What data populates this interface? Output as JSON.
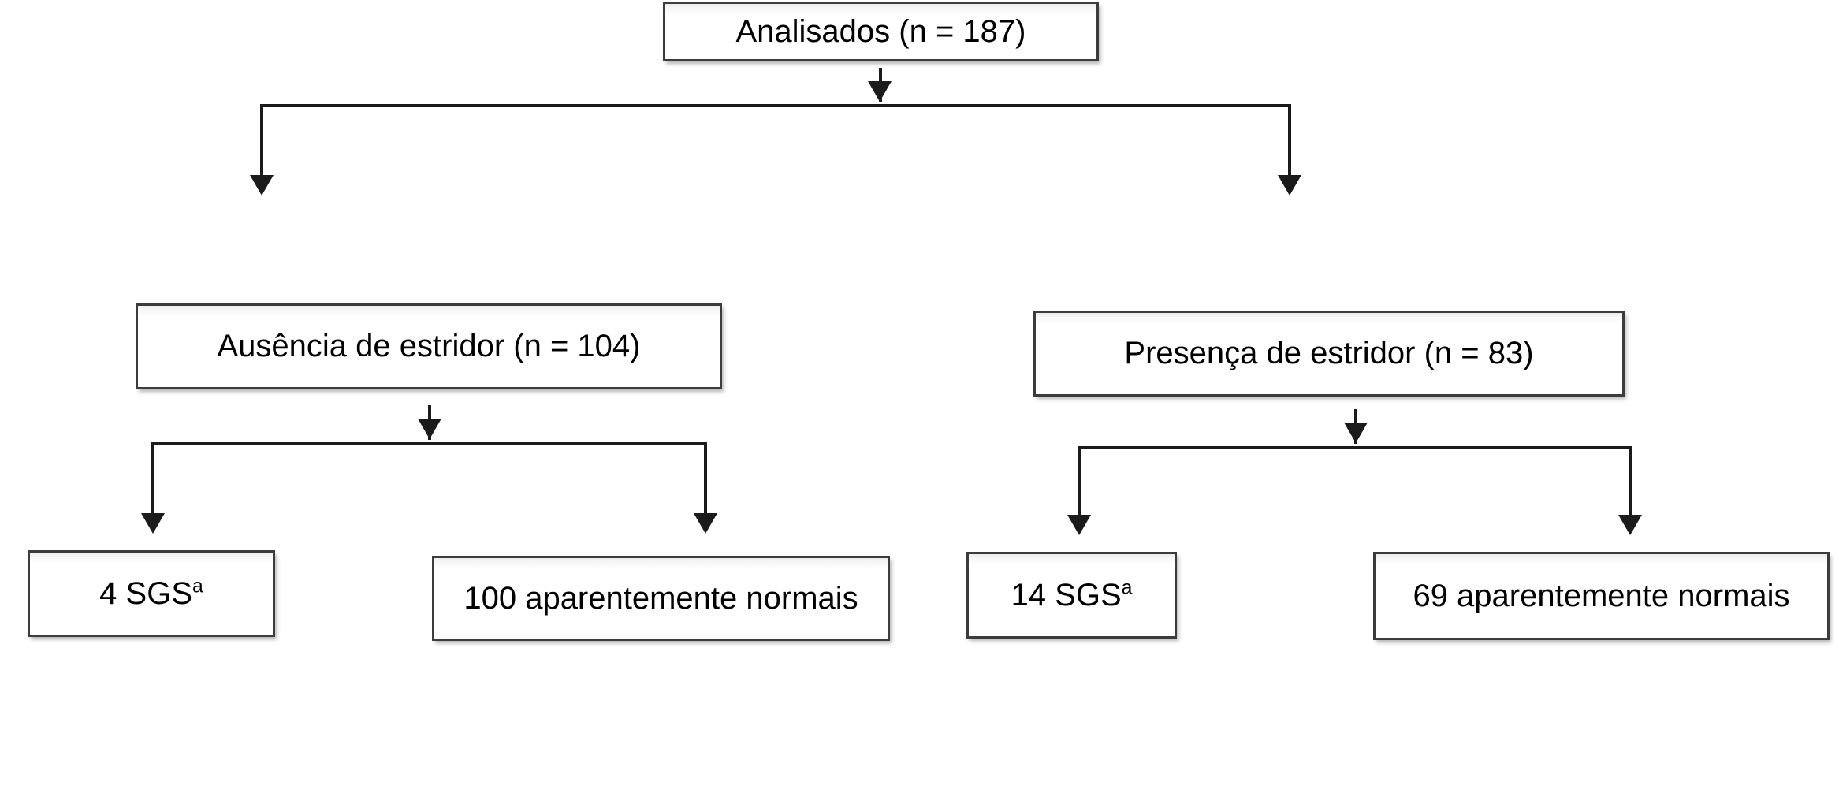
{
  "figure": {
    "type": "flowchart",
    "language": "pt-BR",
    "orientation": "top-down",
    "levels": 3,
    "footnote_marker": "a"
  },
  "nodes": {
    "root": {
      "text": "Analisados (n = 187)",
      "count": 187
    },
    "absent": {
      "text": "Ausência de estridor (n = 104)",
      "count": 104
    },
    "present": {
      "text": "Presença de estridor (n = 83)",
      "count": 83
    },
    "absent_sgs": {
      "text": "4 SGS",
      "superscript": "a",
      "count": 4
    },
    "absent_normal": {
      "text": "100 aparentemente normais",
      "count": 100
    },
    "present_sgs": {
      "text": "14 SGS",
      "superscript": "a",
      "count": 14
    },
    "present_normal": {
      "text": "69 aparentemente normais",
      "count": 69
    }
  },
  "colors": {
    "box_border": "#3c3c3e",
    "box_fill": "#ffffff",
    "connector": "#1b1b1b",
    "text": "#000000",
    "background": "#ffffff"
  },
  "chart_data": {
    "type": "diagram",
    "title": "Analisados (n = 187)",
    "hierarchy": [
      {
        "label": "Analisados (n = 187)",
        "value": 187,
        "children": [
          {
            "label": "Ausência de estridor (n = 104)",
            "value": 104,
            "children": [
              {
                "label": "4 SGSa",
                "value": 4
              },
              {
                "label": "100 aparentemente normais",
                "value": 100
              }
            ]
          },
          {
            "label": "Presença de estridor (n = 83)",
            "value": 83,
            "children": [
              {
                "label": "14 SGSa",
                "value": 14
              },
              {
                "label": "69 aparentemente normais",
                "value": 69
              }
            ]
          }
        ]
      }
    ]
  }
}
